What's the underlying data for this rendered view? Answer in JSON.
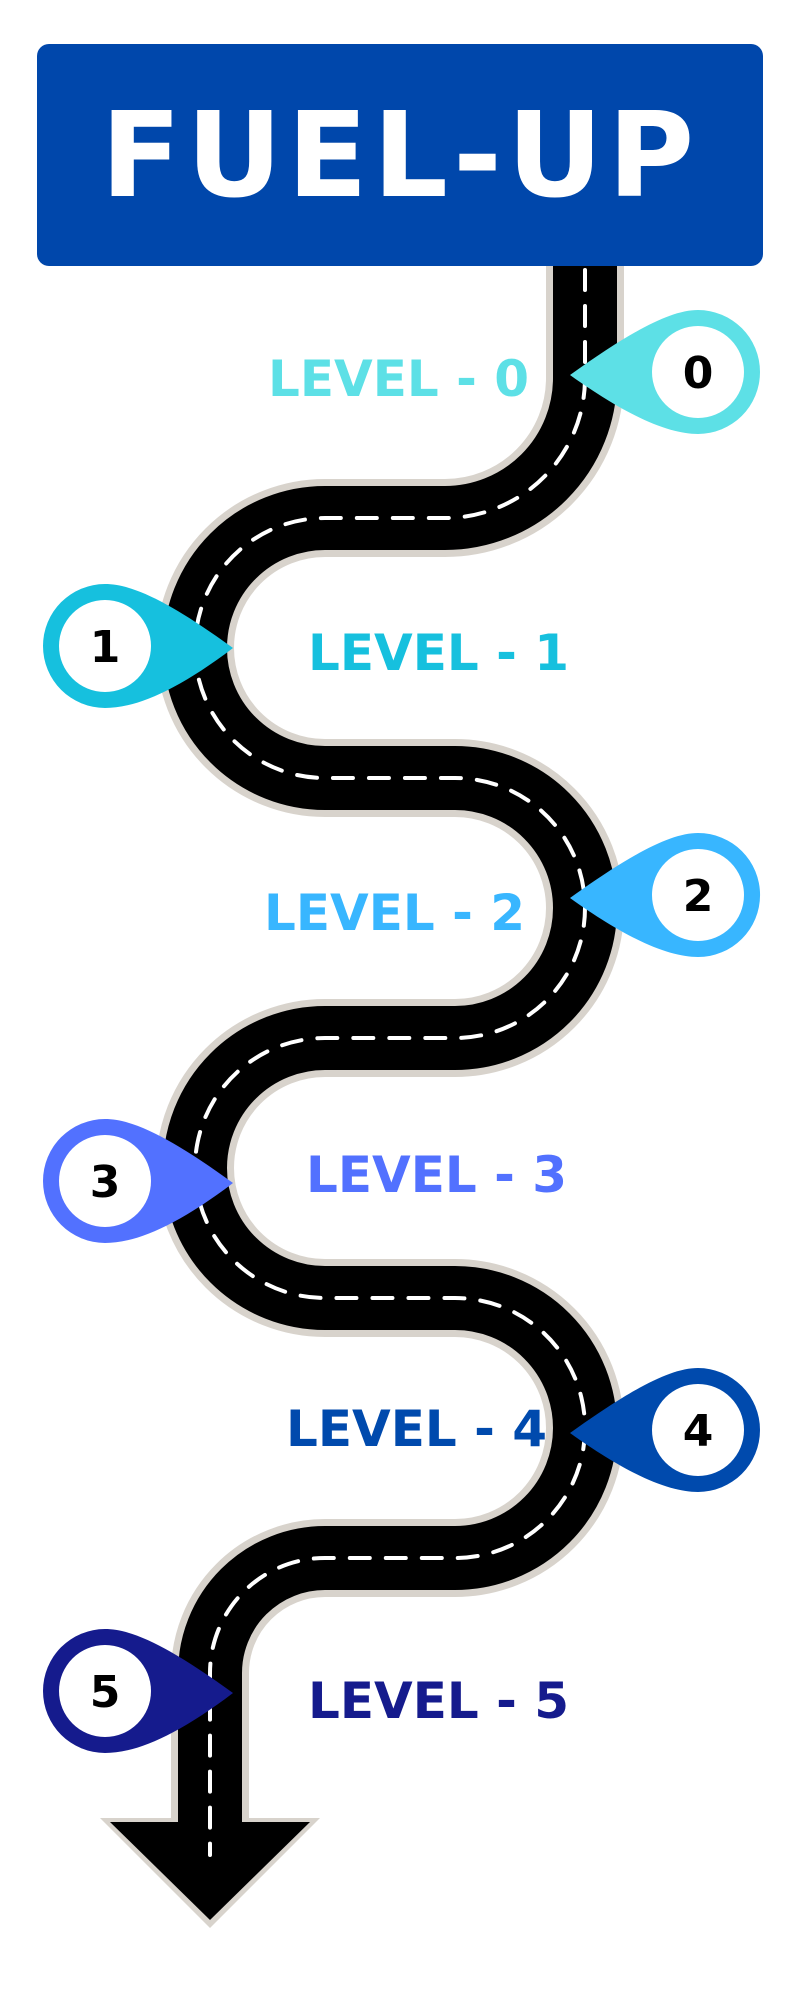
{
  "header": {
    "title": "FUEL-UP"
  },
  "colors": {
    "header_bg": "#0047AB",
    "road": "#000000",
    "road_edge": "#d8d3cc",
    "dash": "#ffffff",
    "level_0": "#5DE0E6",
    "level_1": "#16C0DE",
    "level_2": "#38B6FF",
    "level_3": "#5271FF",
    "level_4": "#004AAD",
    "level_5": "#151B8D"
  },
  "levels": [
    {
      "label": "LEVEL - 0",
      "number": "0",
      "color": "#5DE0E6"
    },
    {
      "label": "LEVEL - 1",
      "number": "1",
      "color": "#16C0DE"
    },
    {
      "label": "LEVEL - 2",
      "number": "2",
      "color": "#38B6FF"
    },
    {
      "label": "LEVEL - 3",
      "number": "3",
      "color": "#5271FF"
    },
    {
      "label": "LEVEL - 4",
      "number": "4",
      "color": "#004AAD"
    },
    {
      "label": "LEVEL - 5",
      "number": "5",
      "color": "#151B8D"
    }
  ]
}
